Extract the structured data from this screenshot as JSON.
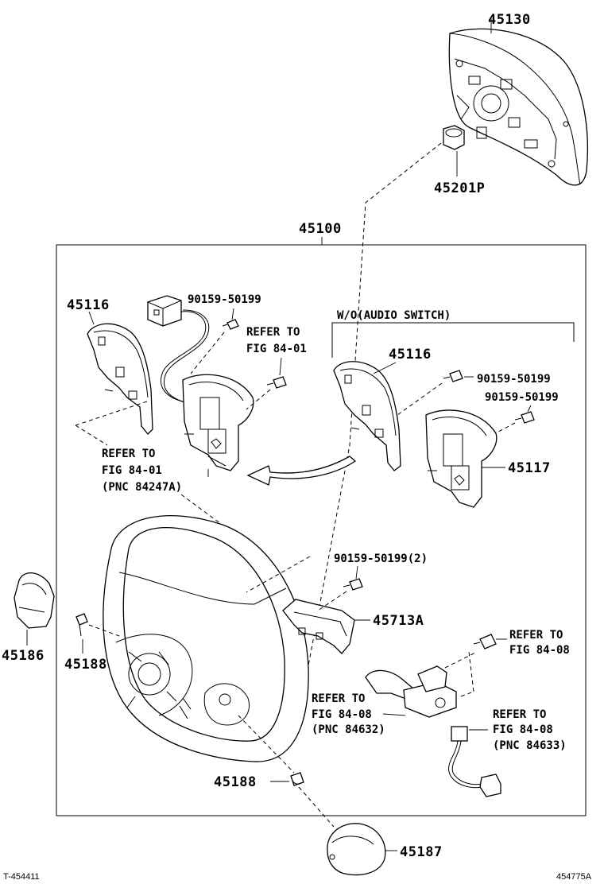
{
  "labels": {
    "p45130": "45130",
    "p45201p": "45201P",
    "p45100": "45100",
    "p45116_left": "45116",
    "p90159_top": "90159-50199",
    "refer_top": "REFER TO",
    "refer_top_fig": "FIG 84-01",
    "wo_audio": "W/O(AUDIO SWITCH)",
    "p45116_right": "45116",
    "p90159_right1": "90159-50199",
    "p90159_right2": "90159-50199",
    "p45117": "45117",
    "refer_left": "REFER TO",
    "refer_left_fig": "FIG 84-01",
    "refer_left_pnc": "(PNC 84247A)",
    "p90159_mid": "90159-50199(2)",
    "p45713a": "45713A",
    "p45186": "45186",
    "p45188_left": "45188",
    "refer_mid": "REFER TO",
    "refer_mid_fig": "FIG 84-08",
    "refer_mid_pnc": "(PNC 84632)",
    "refer_r1": "REFER TO",
    "refer_r1_fig": "FIG 84-08",
    "refer_r2": "REFER TO",
    "refer_r2_fig": "FIG 84-08",
    "refer_r2_pnc": "(PNC 84633)",
    "p45188_bottom": "45188",
    "p45187": "45187",
    "footer_left": "T-454411",
    "footer_right": "454775A"
  }
}
